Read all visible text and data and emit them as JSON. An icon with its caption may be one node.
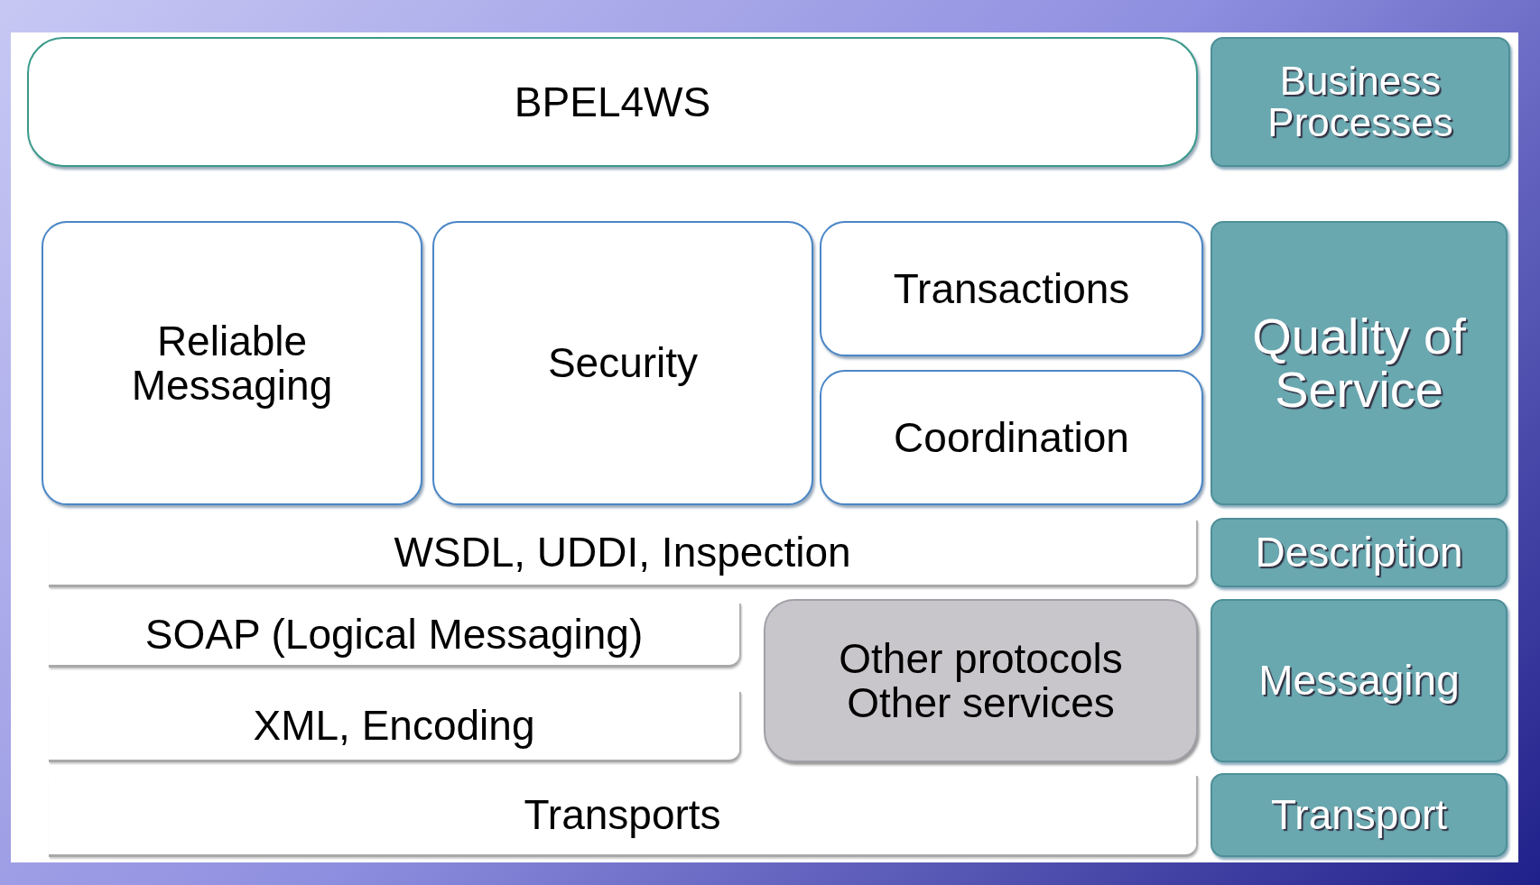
{
  "diagram": {
    "nodes": [
      {
        "text": [
          "BPEL4WS"
        ]
      },
      {
        "text": [
          "Business Processes"
        ]
      },
      {
        "text": [
          "Reliable Messaging"
        ]
      },
      {
        "text": [
          "Security"
        ]
      },
      {
        "text": [
          "Transactions"
        ]
      },
      {
        "text": [
          "Coordination"
        ]
      },
      {
        "text": [
          "Quality of Service"
        ]
      },
      {
        "text": [
          "WSDL, UDDI, Inspection"
        ]
      },
      {
        "text": [
          "Description"
        ]
      },
      {
        "text": [
          "SOAP (Logical Messaging)"
        ]
      },
      {
        "text": [
          "XML, Encoding"
        ]
      },
      {
        "text": [
          "Other protocols Other services"
        ]
      },
      {
        "text": [
          "Messaging"
        ]
      },
      {
        "text": [
          "Transports"
        ]
      },
      {
        "text": [
          "Transport"
        ]
      }
    ]
  }
}
